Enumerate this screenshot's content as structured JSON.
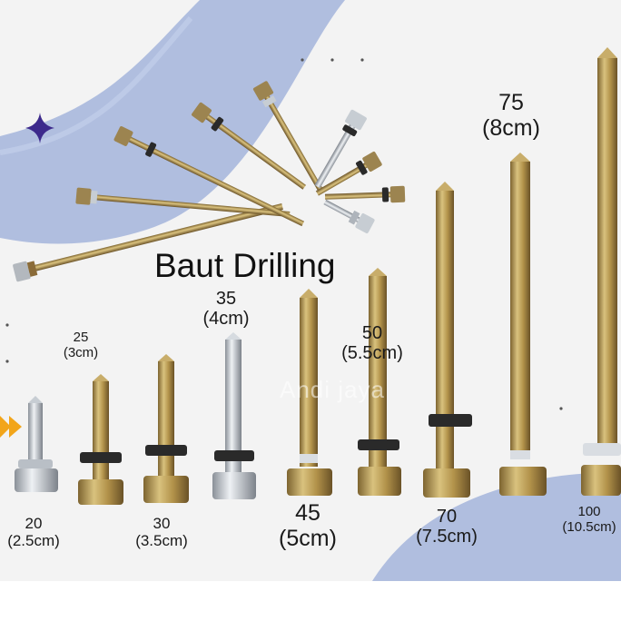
{
  "title": "Baut Drilling",
  "watermark": "Andi jaya",
  "colors": {
    "background": "#f3f3f3",
    "blue_arc": "#a9b8dd",
    "gold_screw": "#b89a55",
    "silver_screw": "#c7cdd3",
    "washer": "#2a2a2a",
    "sparkle": "#3d2a8c",
    "arrow": "#f2a51a"
  },
  "sizes": [
    {
      "size": "20",
      "length": "(2.5cm)"
    },
    {
      "size": "25",
      "length": "(3cm)"
    },
    {
      "size": "30",
      "length": "(3.5cm)"
    },
    {
      "size": "35",
      "length": "(4cm)"
    },
    {
      "size": "45",
      "length": "(5cm)"
    },
    {
      "size": "50",
      "length": "(5.5cm)"
    },
    {
      "size": "70",
      "length": "(7.5cm)"
    },
    {
      "size": "75",
      "length": "(8cm)"
    },
    {
      "size": "100",
      "length": "(10.5cm)"
    }
  ]
}
